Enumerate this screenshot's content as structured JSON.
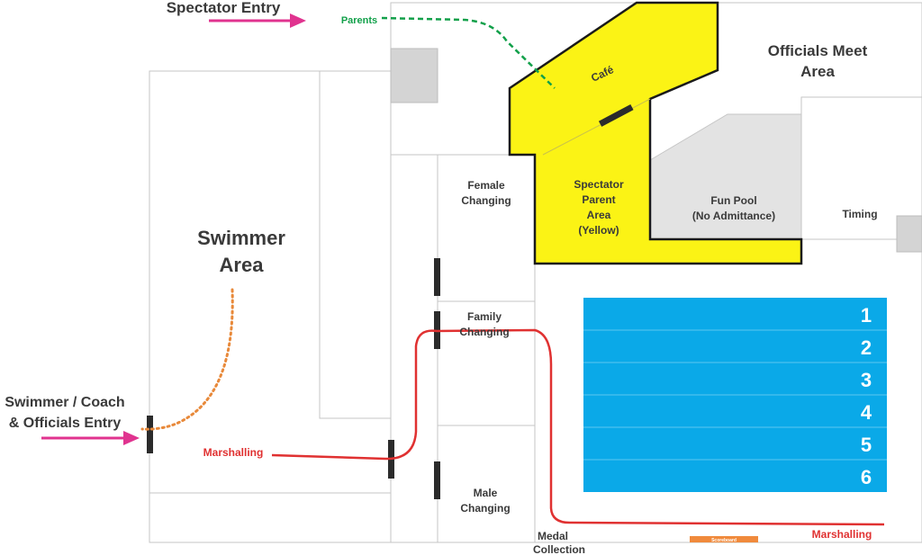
{
  "labels": {
    "spectator_entry": "Spectator Entry",
    "parents": "Parents",
    "cafe": "Café",
    "officials_meet_area_l1": "Officials Meet",
    "officials_meet_area_l2": "Area",
    "swimmer_area_l1": "Swimmer",
    "swimmer_area_l2": "Area",
    "female_changing_l1": "Female",
    "female_changing_l2": "Changing",
    "spectator_parent_area_l1": "Spectator",
    "spectator_parent_area_l2": "Parent",
    "spectator_parent_area_l3": "Area",
    "spectator_parent_area_l4": "(Yellow)",
    "fun_pool_l1": "Fun Pool",
    "fun_pool_l2": "(No Admittance)",
    "timing": "Timing",
    "family_changing_l1": "Family",
    "family_changing_l2": "Changing",
    "swimmer_entry_l1": "Swimmer / Coach",
    "swimmer_entry_l2": "& Officials Entry",
    "marshalling_left": "Marshalling",
    "marshalling_right": "Marshalling",
    "male_changing_l1": "Male",
    "male_changing_l2": "Changing",
    "medal_collection_l1": "Medal",
    "medal_collection_l2": "Collection",
    "scoreboard": "Scoreboard"
  },
  "pool": {
    "lanes": [
      "1",
      "2",
      "3",
      "4",
      "5",
      "6"
    ]
  },
  "colors": {
    "entry_arrow": "#e0338f",
    "parents_path": "#12a04a",
    "swimmer_path": "#e8893a",
    "marshalling_path": "#e03131",
    "spectator_area": "#fbf315",
    "pool": "#0aa9e8",
    "scoreboard": "#f08a3c"
  }
}
